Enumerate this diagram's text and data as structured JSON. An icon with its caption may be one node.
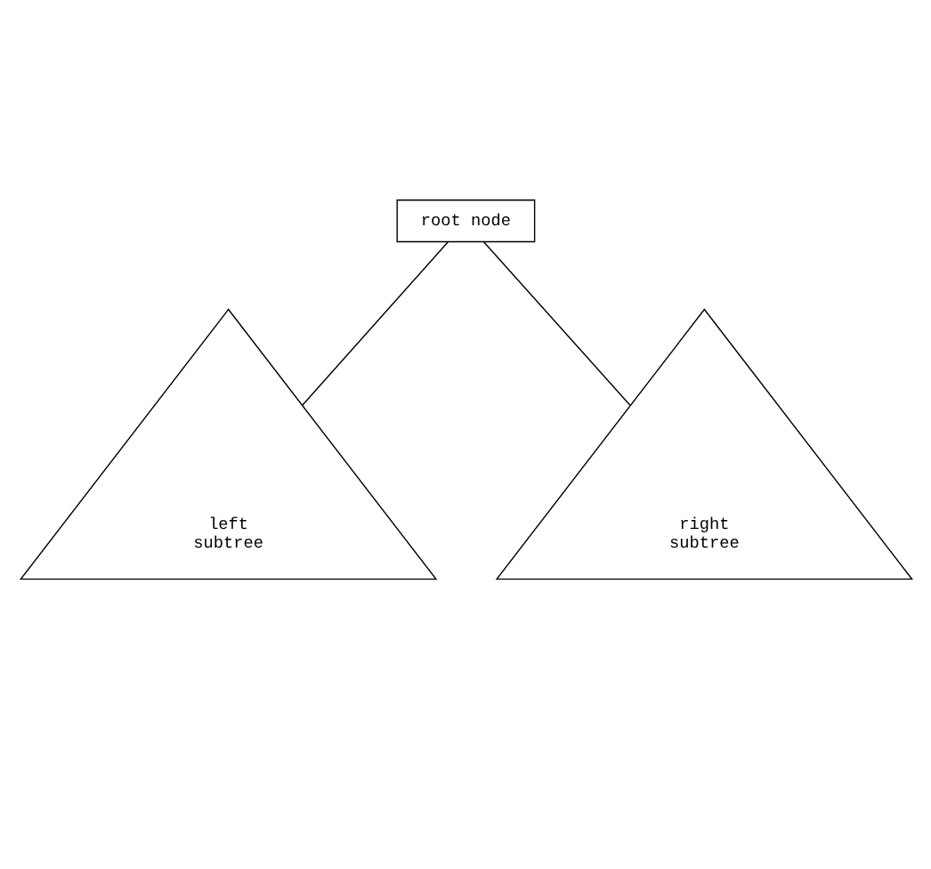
{
  "diagram": {
    "nodes": [
      {
        "text": [
          "root node"
        ]
      },
      {
        "text": [
          "left subtree"
        ]
      },
      {
        "text": [
          "right subtree"
        ]
      }
    ],
    "edges": [
      {
        "from": 0,
        "to": 1,
        "arrow": "none"
      },
      {
        "from": 0,
        "to": 2,
        "arrow": "none"
      }
    ]
  }
}
